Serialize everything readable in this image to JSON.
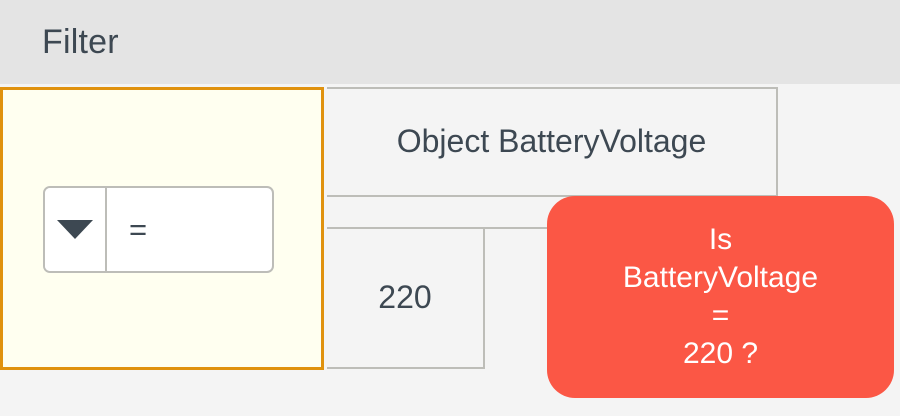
{
  "header": {
    "title": "Filter"
  },
  "filter_panel": {
    "selected": true,
    "border_color": "#e0920e",
    "background_color": "#fffff0",
    "operator_combo": {
      "caret_icon": "chevron-down-icon",
      "operator_value": "=",
      "placeholder": "="
    }
  },
  "field_box": {
    "label": "Object BatteryVoltage"
  },
  "value_box": {
    "label": "220"
  },
  "callout": {
    "background_color": "#fb5745",
    "text_color": "#ffffff",
    "lines": [
      "Is",
      "BatteryVoltage",
      "=",
      "220 ?"
    ]
  },
  "colors": {
    "header_bg": "#e4e4e4",
    "canvas_bg": "#f4f4f4",
    "box_bg": "#f4f4f4",
    "border_gray": "#bdbdb8",
    "text_dark": "#3d4852",
    "accent_orange": "#e0920e",
    "accent_red": "#fb5745"
  }
}
